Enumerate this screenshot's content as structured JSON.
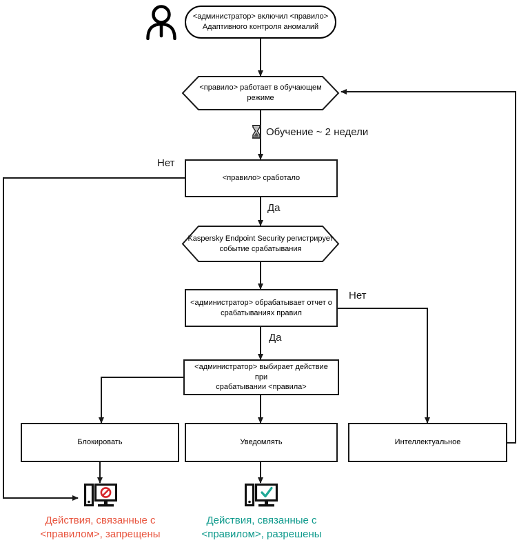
{
  "diagram": {
    "title": "Adaptive Anomaly Control rule workflow",
    "colors": {
      "line": "#1a1a1a",
      "denied_text": "#e8553f",
      "allowed_text": "#0f9a8c",
      "deny_badge": "#d7262b",
      "allow_check": "#1fa896"
    },
    "actor_icon": "person-icon",
    "nodes": {
      "start": {
        "shape": "rounded",
        "text": "<администратор> включил <правило>\nАдаптивного контроля аномалий"
      },
      "learning_mode": {
        "shape": "hexagon",
        "text": "<правило>  работает в обучающем\nрежиме"
      },
      "rule_triggered": {
        "shape": "rect",
        "text": "<правило> сработало"
      },
      "kes_registers": {
        "shape": "hexagon",
        "text": "Kaspersky Endpoint Security регистрирует\nсобытие срабатывания"
      },
      "admin_processes_report": {
        "shape": "rect",
        "text": "<администратор> обрабатывает отчет о\nсрабатываниях правил"
      },
      "admin_selects_action": {
        "shape": "rect",
        "text": "<администратор> выбирает действие при\nсрабатывании <правила>"
      },
      "block": {
        "shape": "rect",
        "text": "Блокировать"
      },
      "notify": {
        "shape": "rect",
        "text": "Уведомлять"
      },
      "smart": {
        "shape": "rect",
        "text": "Интеллектуальное"
      }
    },
    "notes": {
      "learning_duration": {
        "icon": "hourglass-icon",
        "text": "Обучение ~ 2 недели"
      }
    },
    "edge_labels": {
      "triggered_no": "Нет",
      "triggered_yes": "Да",
      "report_no": "Нет",
      "report_yes": "Да"
    },
    "outcomes": {
      "denied": {
        "icon": "computer-blocked-icon",
        "text": "Действия, связанные с\n<правилом>, запрещены"
      },
      "allowed": {
        "icon": "computer-allowed-icon",
        "text": "Действия, связанные с\n<правилом>, разрешены"
      }
    }
  }
}
